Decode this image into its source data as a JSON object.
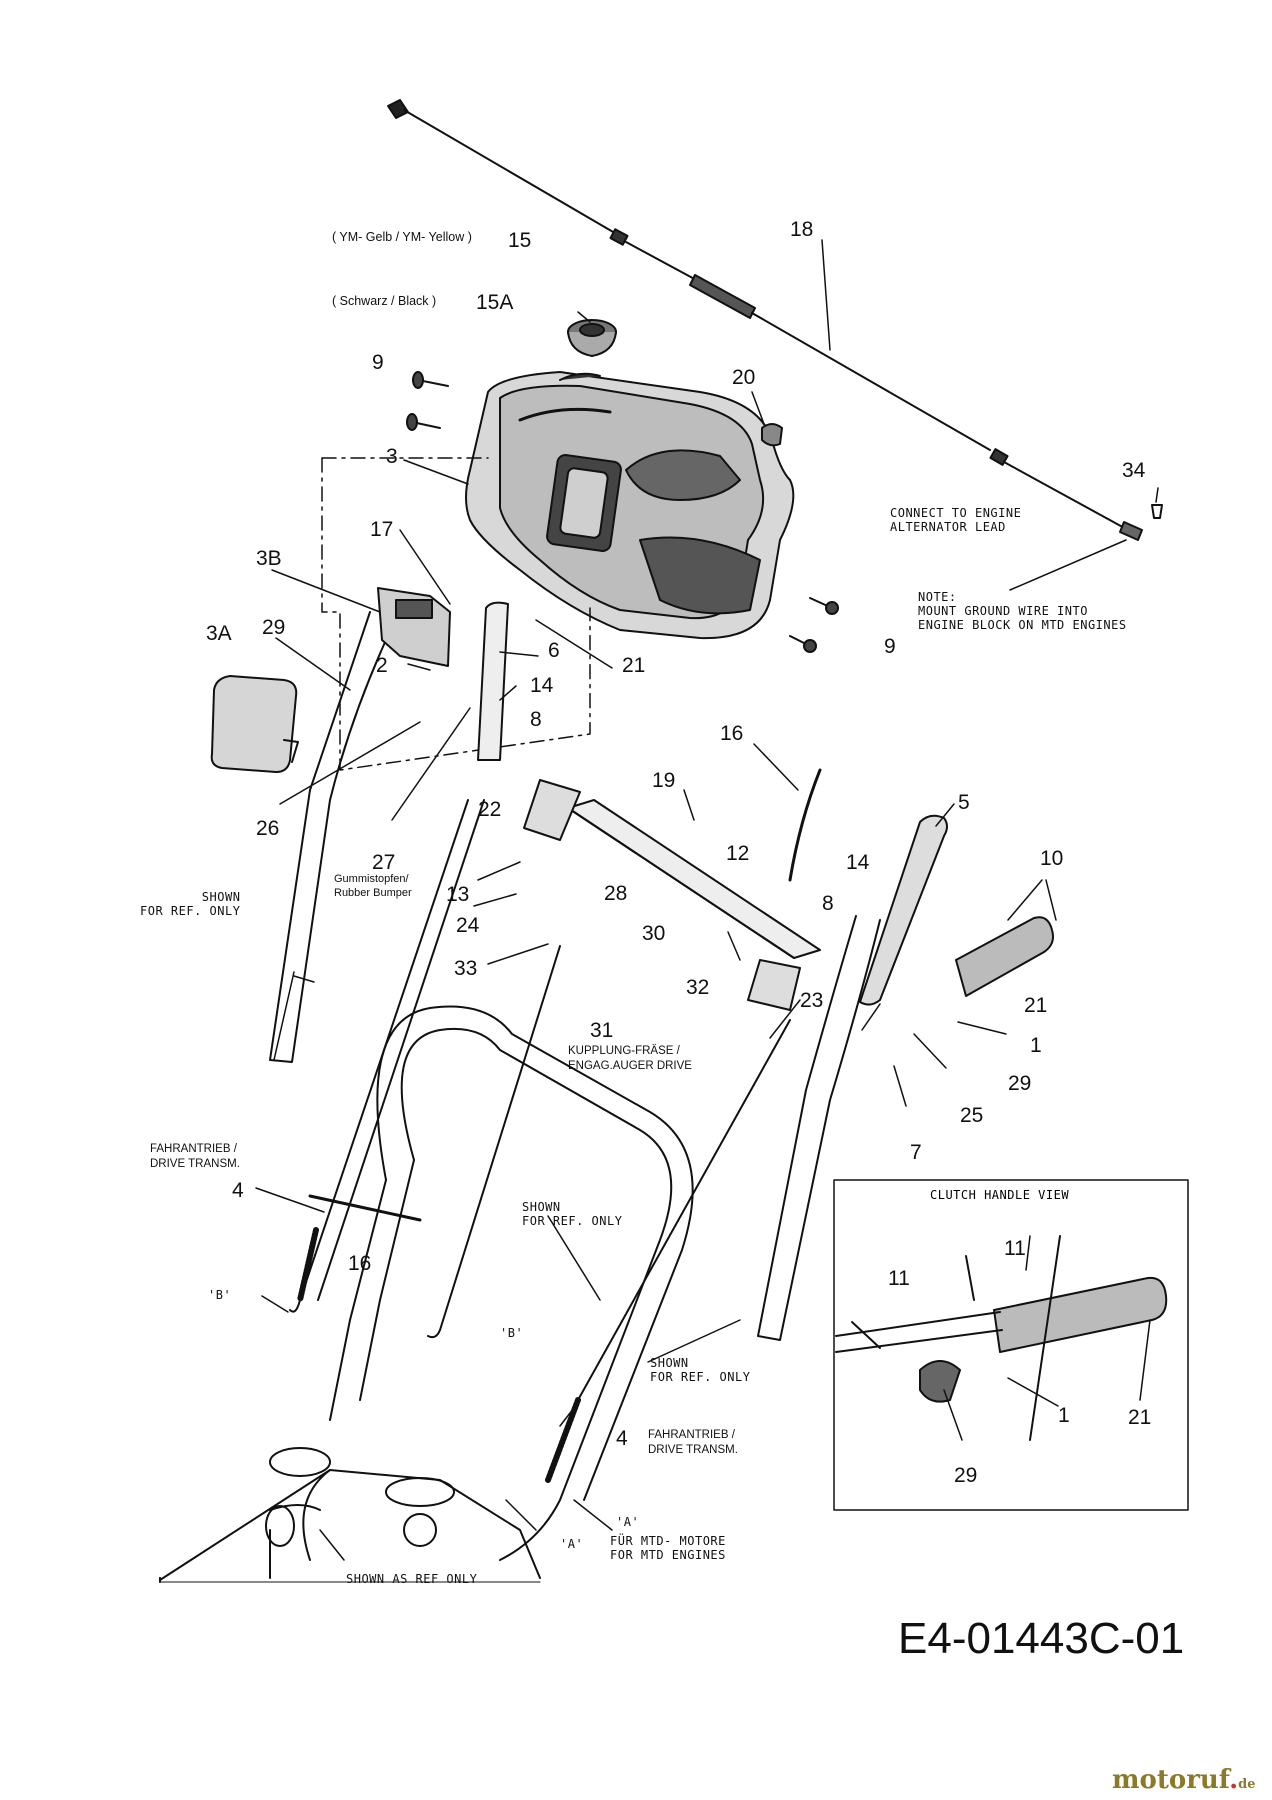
{
  "drawing_id": "E4-01443C-01",
  "watermark": {
    "brand": "motoruf",
    "tld": "de"
  },
  "parts": [
    {
      "ref": "15"
    },
    {
      "ref": "15A"
    },
    {
      "ref": "18"
    },
    {
      "ref": "9"
    },
    {
      "ref": "20"
    },
    {
      "ref": "3"
    },
    {
      "ref": "34"
    },
    {
      "ref": "17"
    },
    {
      "ref": "3B"
    },
    {
      "ref": "29"
    },
    {
      "ref": "3A"
    },
    {
      "ref": "2"
    },
    {
      "ref": "6"
    },
    {
      "ref": "21"
    },
    {
      "ref": "14"
    },
    {
      "ref": "8"
    },
    {
      "ref": "16"
    },
    {
      "ref": "19"
    },
    {
      "ref": "5"
    },
    {
      "ref": "10"
    },
    {
      "ref": "12"
    },
    {
      "ref": "22"
    },
    {
      "ref": "26"
    },
    {
      "ref": "27"
    },
    {
      "ref": "13"
    },
    {
      "ref": "28"
    },
    {
      "ref": "24"
    },
    {
      "ref": "30"
    },
    {
      "ref": "33"
    },
    {
      "ref": "32"
    },
    {
      "ref": "23"
    },
    {
      "ref": "1"
    },
    {
      "ref": "25"
    },
    {
      "ref": "31"
    },
    {
      "ref": "7"
    },
    {
      "ref": "4"
    },
    {
      "ref": "11"
    }
  ],
  "texts": {
    "yellow_knob": "( YM- Gelb / YM- Yellow )",
    "black_knob": "( Schwarz / Black )",
    "connect_engine": "CONNECT TO ENGINE\nALTERNATOR LEAD",
    "note": "NOTE:\nMOUNT GROUND WIRE INTO\nENGINE BLOCK ON MTD ENGINES",
    "rubber_bumper": "Gummistopfen/\nRubber Bumper",
    "shown_ref_only": "SHOWN\nFOR REF. ONLY",
    "auger_drive": "KUPPLUNG-FRÄSE /\nENGAG.AUGER DRIVE",
    "drive_transm": "FAHRANTRIEB /\nDRIVE TRANSM.",
    "b_mark": "'B'",
    "a_mark": "'A'",
    "mtd_engines": "FÜR MTD- MOTORE\nFOR MTD ENGINES",
    "shown_as_ref": "SHOWN AS REF ONLY",
    "clutch_handle_view": "CLUTCH HANDLE VIEW"
  }
}
